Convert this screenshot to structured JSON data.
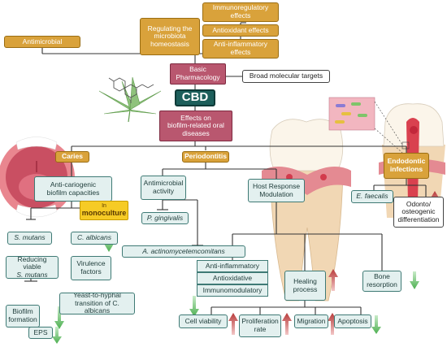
{
  "colors": {
    "gold": "#d9a23b",
    "pink": "#b9576f",
    "cbd_teal": "#1d5f5b",
    "light_teal": "#e3f0ef",
    "yellow": "#f6cb25",
    "increase_red": "#b83a3a",
    "decrease_green": "#4caf50"
  },
  "top": {
    "antimicrobial": "Antimicrobial",
    "regulating": "Regulating the\nmicrobiota\nhomeostasis",
    "immunoregulatory": "Immunoregulatory\neffects",
    "antioxidant": "Antioxidant effects",
    "antiinflammatory": "Anti-inflammatory\neffects",
    "basic_pharmacology": "Basic\nPharmacology",
    "broad_targets": "Broad molecular targets",
    "cbd": "CBD",
    "effects": "Effects on\nbiofilm-related oral\ndiseases"
  },
  "caries": {
    "title": "Caries",
    "anticariogenic": "Anti-cariogenic\nbiofilm capacities",
    "in_label": "In",
    "monoculture": "monoculture",
    "s_mutans": "S. mutans",
    "c_albicans": "C. albicans",
    "reducing_viable": "Reducing viable",
    "reducing_viable_species": "S. mutans",
    "virulence": "Virulence\nfactors",
    "yeast_to_hyphal": "Yeast-to-hyphal",
    "yeast_species": "transition of C. albicans",
    "biofilm_formation": "Biofilm\nformation",
    "eps": "EPS"
  },
  "periodontitis": {
    "title": "Periodontitis",
    "antimicrobial_activity": "Antimicrobial\nactivity",
    "p_gingivalis": "P. gingivalis",
    "a_actino": "A. actinomycetemcomitans",
    "host_response": "Host Response\nModulation",
    "anti_inflammatory": "Anti-inflammatory",
    "antioxidative": "Antioxidative",
    "immunomodulatory": "Immunomodulatory",
    "healing_process": "Healing\nprocess",
    "bone_resorption": "Bone\nresorption",
    "cell_viability": "Cell viability",
    "proliferation_rate": "Proliferation\nrate",
    "migration": "Migration",
    "apoptosis": "Apoptosis"
  },
  "endodontic": {
    "title": "Endodontic\ninfections",
    "e_faecalis": "E. faecalis",
    "odonto": "Odonto/\nosteogenic\ndifferentiation"
  },
  "icons": [
    "cannabis-leaf-icon",
    "cbd-molecule-icon",
    "open-mouth-icon",
    "molar-gum-icon",
    "tooth-cross-section-icon",
    "bacteria-inset-icon",
    "up-arrow-icon",
    "down-arrow-icon",
    "inhibition-bar-icon"
  ]
}
